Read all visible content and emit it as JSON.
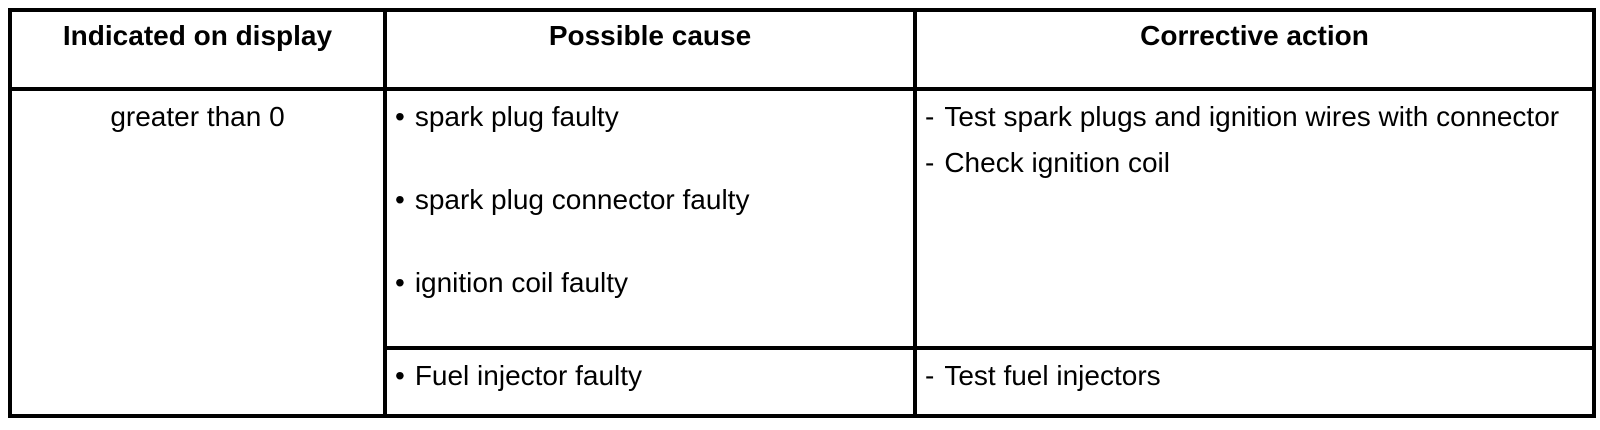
{
  "table": {
    "headers": [
      "Indicated on display",
      "Possible cause",
      "Corrective action"
    ],
    "indicated_value": "greater than 0",
    "bullet_char": "•",
    "dash_char": "-",
    "groups": [
      {
        "causes": [
          "spark plug faulty",
          "spark plug connector faulty",
          "ignition coil faulty"
        ],
        "actions": [
          "Test spark plugs and ignition wires with connector",
          "Check ignition coil"
        ]
      },
      {
        "causes": [
          "Fuel injector faulty"
        ],
        "actions": [
          "Test fuel injectors"
        ]
      }
    ],
    "colors": {
      "border": "#000000",
      "text": "#000000",
      "background": "#ffffff"
    }
  }
}
